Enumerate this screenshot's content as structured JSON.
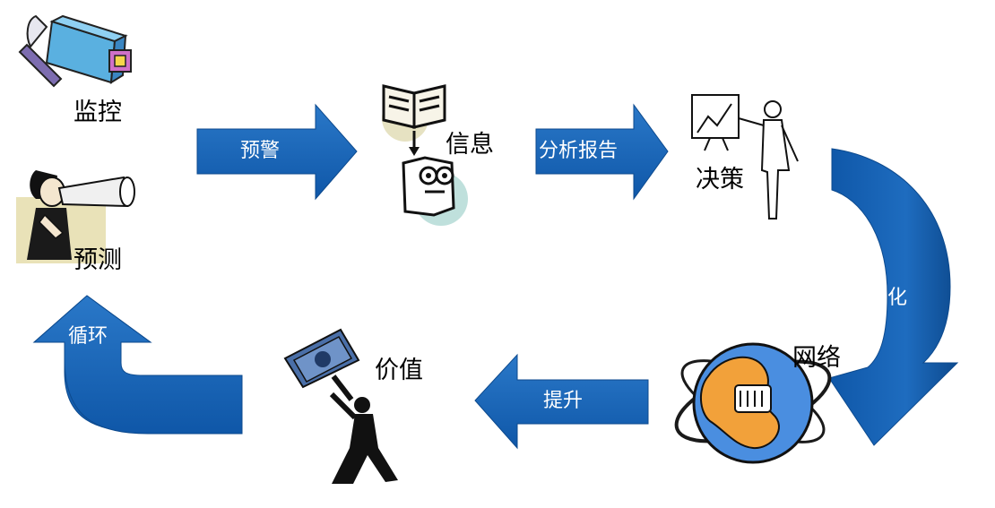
{
  "nodes": {
    "monitor": "监控",
    "forecast": "预测",
    "information": "信息",
    "decision": "决策",
    "network": "网络",
    "value": "价值"
  },
  "arrows": {
    "warning": "预警",
    "analysis_report": "分析报告",
    "optimize": "优化",
    "improve": "提升",
    "cycle": "循环"
  },
  "colors": {
    "arrow_blue": "#1660b5",
    "arrow_dark": "#0d4a8e"
  }
}
